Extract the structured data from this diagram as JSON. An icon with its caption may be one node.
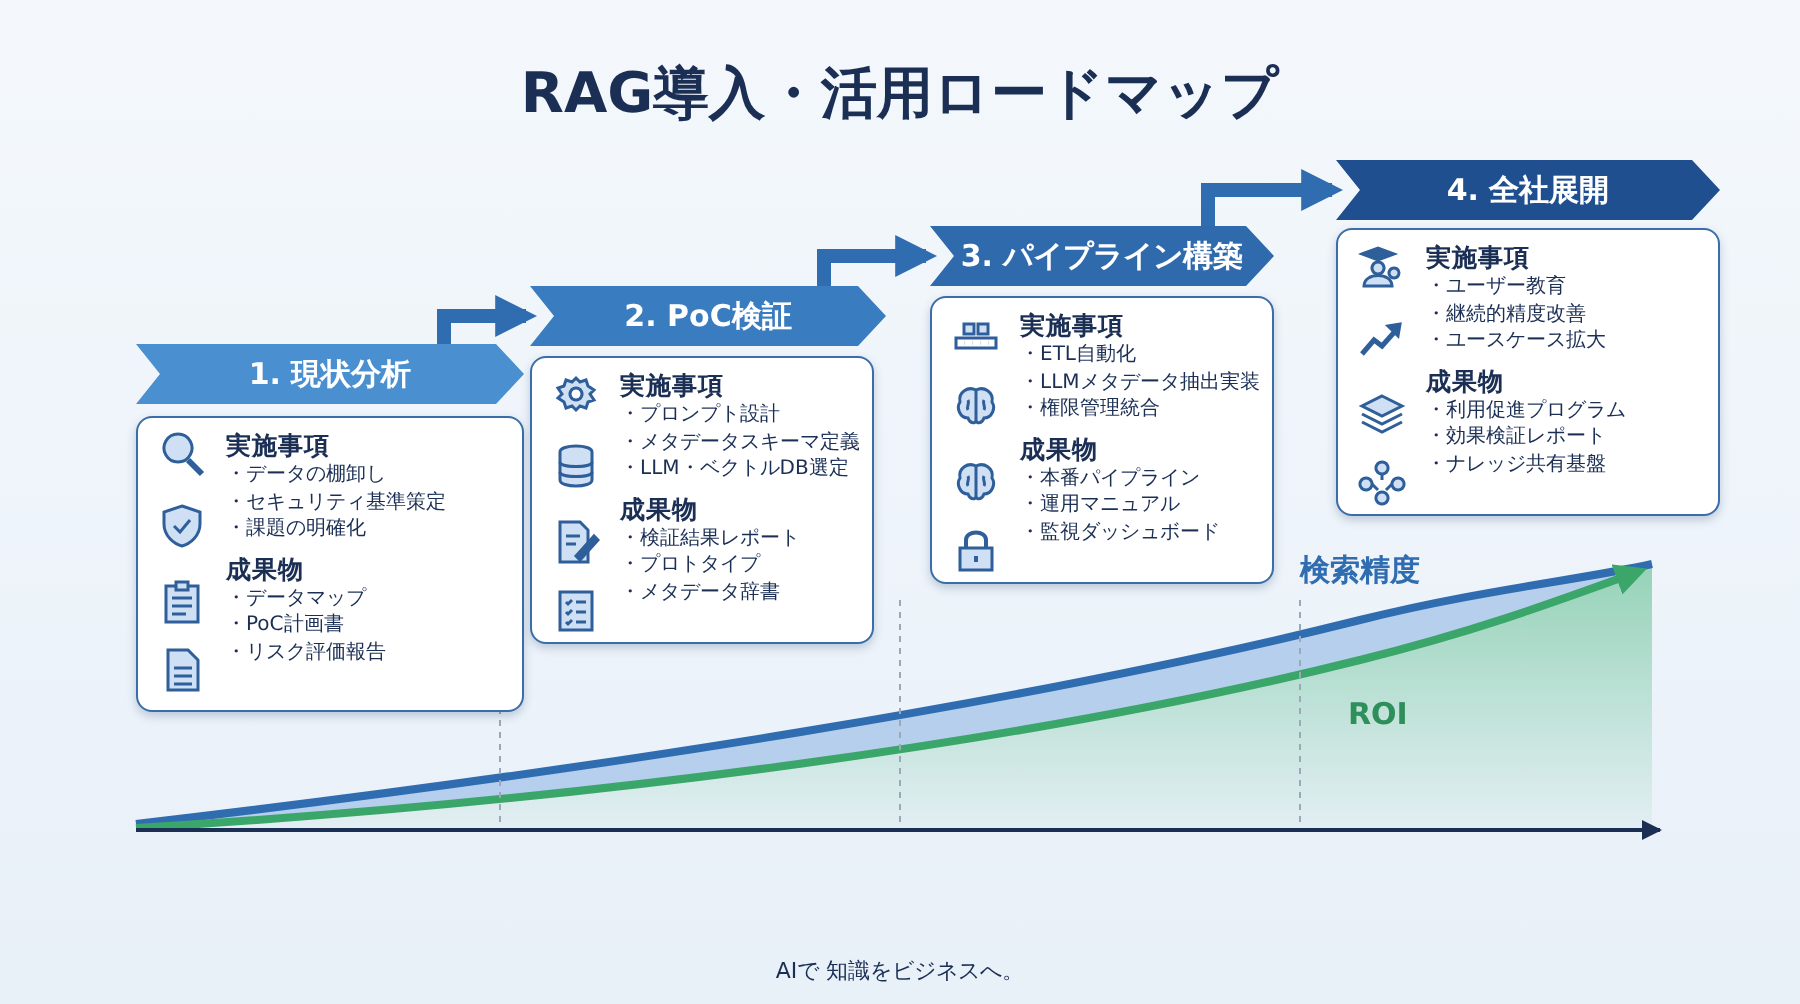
{
  "diagram": {
    "title": "RAG導入・活用ロードマップ",
    "nodes": [
      {
        "text": [
          "1. 現状分析"
        ]
      },
      {
        "text": [
          "実施事項",
          "・データの棚卸し",
          "・セキュリティ基準策定",
          "・課題の明確化",
          "成果物",
          "・データマップ",
          "・PoC計画書",
          "・リスク評価報告"
        ]
      },
      {
        "text": [
          "2. PoC検証"
        ]
      },
      {
        "text": [
          "実施事項",
          "・プロンプト設計",
          "・メタデータスキーマ定義",
          "・LLM・ベクトルDB選定",
          "成果物",
          "・検証結果レポート",
          "・プロトタイプ",
          "・メタデータ辞書"
        ]
      },
      {
        "text": [
          "3. パイプライン構築"
        ]
      },
      {
        "text": [
          "実施事項",
          "・ETL自動化",
          "・LLMメタデータ抽出実装",
          "・権限管理統合",
          "成果物",
          "・本番パイプライン",
          "・運用マニュアル",
          "・監視ダッシュボード"
        ]
      },
      {
        "text": [
          "4. 全社展開"
        ]
      },
      {
        "text": [
          "実施事項",
          "・ユーザー教育",
          "・継続的精度改善",
          "・ユースケース拡大",
          "成果物",
          "・利用促進プログラム",
          "・効果検証レポート",
          "・ナレッジ共有基盤"
        ]
      }
    ],
    "edges": [
      {
        "from": 0,
        "to": 2,
        "arrow": "to"
      },
      {
        "from": 2,
        "to": 4,
        "arrow": "to"
      },
      {
        "from": 4,
        "to": 6,
        "arrow": "to"
      }
    ],
    "labels": [
      "検索精度",
      "ROI",
      "AIで 知識をビジネスへ。"
    ]
  }
}
